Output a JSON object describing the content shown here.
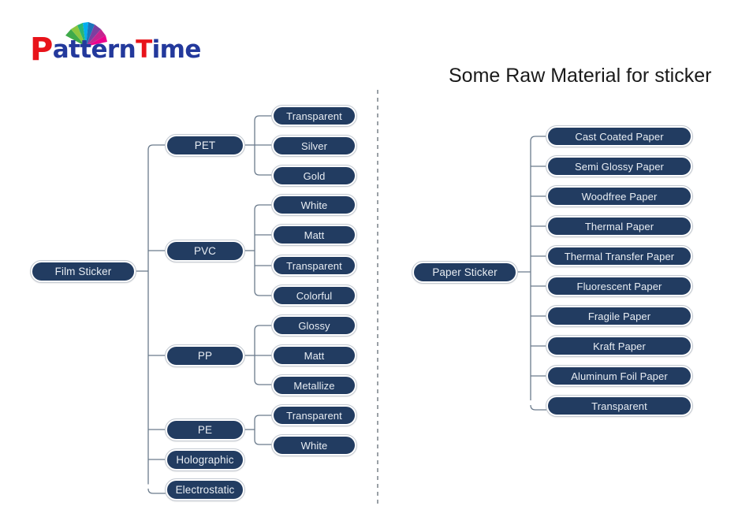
{
  "logo": {
    "text_p": "P",
    "text_attern": "attern",
    "text_t": "T",
    "text_ime": "ime",
    "full_text": "PatternTime",
    "icon": "peacock-fan-icon",
    "colors": {
      "red": "#e8131a",
      "blue": "#23399c"
    }
  },
  "title": "Some Raw Material for sticker",
  "theme": {
    "node_fill": "#223c61",
    "node_text": "#e8edf3",
    "node_border": "#ffffff",
    "node_outline": "#c3c9d1",
    "wire": "#6b7b8c",
    "divider": "#aaaaaa",
    "background": "#ffffff"
  },
  "diagram": {
    "divider": "dashed-vertical-divider",
    "trees": [
      {
        "id": "film-sticker-tree",
        "root": "Film Sticker",
        "branches": [
          {
            "label": "PET",
            "children": [
              "Transparent",
              "Silver",
              "Gold"
            ]
          },
          {
            "label": "PVC",
            "children": [
              "White",
              "Matt",
              "Transparent",
              "Colorful"
            ]
          },
          {
            "label": "PP",
            "children": [
              "Glossy",
              "Matt",
              "Metallize"
            ]
          },
          {
            "label": "PE",
            "children": [
              "Transparent",
              "White"
            ]
          },
          {
            "label": "Holographic",
            "children": []
          },
          {
            "label": "Electrostatic",
            "children": []
          }
        ]
      },
      {
        "id": "paper-sticker-tree",
        "root": "Paper Sticker",
        "branches": [
          {
            "label": "Cast Coated Paper",
            "children": []
          },
          {
            "label": "Semi Glossy Paper",
            "children": []
          },
          {
            "label": "Woodfree Paper",
            "children": []
          },
          {
            "label": "Thermal Paper",
            "children": []
          },
          {
            "label": "Thermal Transfer Paper",
            "children": []
          },
          {
            "label": "Fluorescent Paper",
            "children": []
          },
          {
            "label": "Fragile Paper",
            "children": []
          },
          {
            "label": "Kraft Paper",
            "children": []
          },
          {
            "label": "Aluminum Foil Paper",
            "children": []
          },
          {
            "label": "Transparent",
            "children": []
          }
        ]
      }
    ]
  }
}
